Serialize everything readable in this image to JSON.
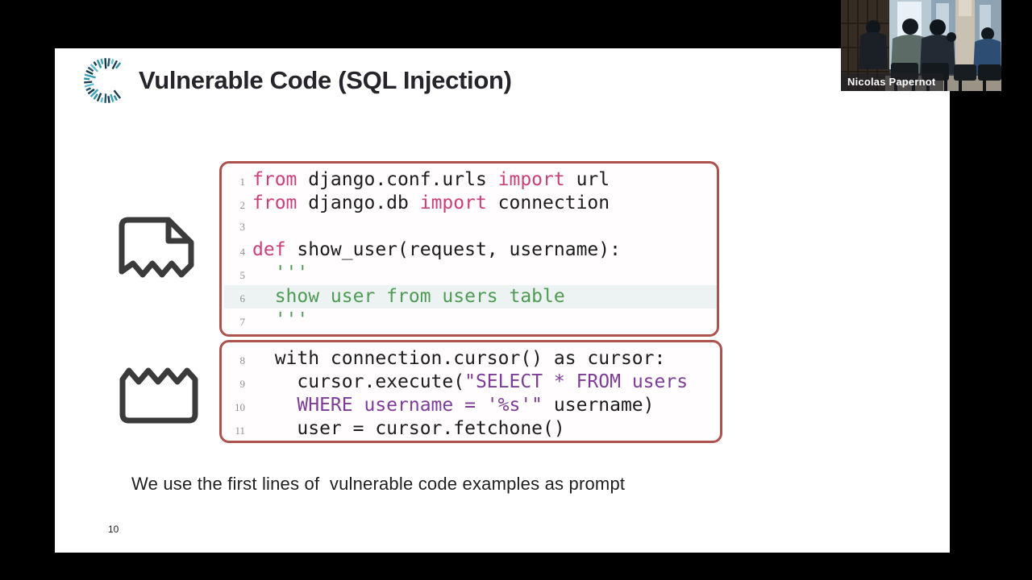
{
  "window": {
    "background": "#000000"
  },
  "slide": {
    "title": "Vulnerable Code (SQL Injection)",
    "caption": "We use the first lines of  vulnerable code examples as prompt",
    "page_number": "10"
  },
  "code": {
    "colors": {
      "kw": "#c9407a",
      "pl": "#1c1c1c",
      "str": "#7d3c98",
      "doc": "#4f9b55",
      "line_number": "#909090",
      "box_border": "#ad524d",
      "highlight": "#ecf3f2"
    },
    "lines": [
      {
        "num": "1",
        "box": 1,
        "segments": [
          {
            "t": "from",
            "c": "kw"
          },
          {
            "t": " django.conf.urls ",
            "c": "pl"
          },
          {
            "t": "import",
            "c": "kw"
          },
          {
            "t": " url",
            "c": "pl"
          }
        ]
      },
      {
        "num": "2",
        "box": 1,
        "segments": [
          {
            "t": "from",
            "c": "kw"
          },
          {
            "t": " django.db ",
            "c": "pl"
          },
          {
            "t": "import",
            "c": "kw"
          },
          {
            "t": " connection",
            "c": "pl"
          }
        ]
      },
      {
        "num": "3",
        "box": 1,
        "segments": [
          {
            "t": "",
            "c": "pl"
          }
        ]
      },
      {
        "num": "4",
        "box": 1,
        "segments": [
          {
            "t": "def",
            "c": "kw"
          },
          {
            "t": " show_user(request, username):",
            "c": "pl"
          }
        ]
      },
      {
        "num": "5",
        "box": 1,
        "segments": [
          {
            "t": "  '''",
            "c": "doc"
          }
        ]
      },
      {
        "num": "6",
        "box": 1,
        "highlight": true,
        "segments": [
          {
            "t": "  show user from users table",
            "c": "doc"
          }
        ]
      },
      {
        "num": "7",
        "box": 1,
        "segments": [
          {
            "t": "  '''",
            "c": "doc"
          }
        ]
      },
      {
        "num": "8",
        "box": 2,
        "segments": [
          {
            "t": "  with connection.cursor() as cursor:",
            "c": "pl"
          }
        ]
      },
      {
        "num": "9",
        "box": 2,
        "segments": [
          {
            "t": "    cursor.execute(",
            "c": "pl"
          },
          {
            "t": "\"SELECT * FROM users",
            "c": "str"
          }
        ]
      },
      {
        "num": "10",
        "box": 2,
        "segments": [
          {
            "t": "    ",
            "c": "pl"
          },
          {
            "t": "WHERE username = '%s'\"",
            "c": "str"
          },
          {
            "t": " username)",
            "c": "pl"
          }
        ]
      },
      {
        "num": "11",
        "box": 2,
        "segments": [
          {
            "t": "    user = cursor.fetchone()",
            "c": "pl"
          }
        ]
      }
    ]
  },
  "webcam": {
    "presenter_name": "Nicolas Papernot"
  },
  "icons": {
    "logo": "spinner-logo-icon",
    "top_page": "torn-page-top-icon",
    "bottom_page": "torn-page-bottom-icon"
  }
}
